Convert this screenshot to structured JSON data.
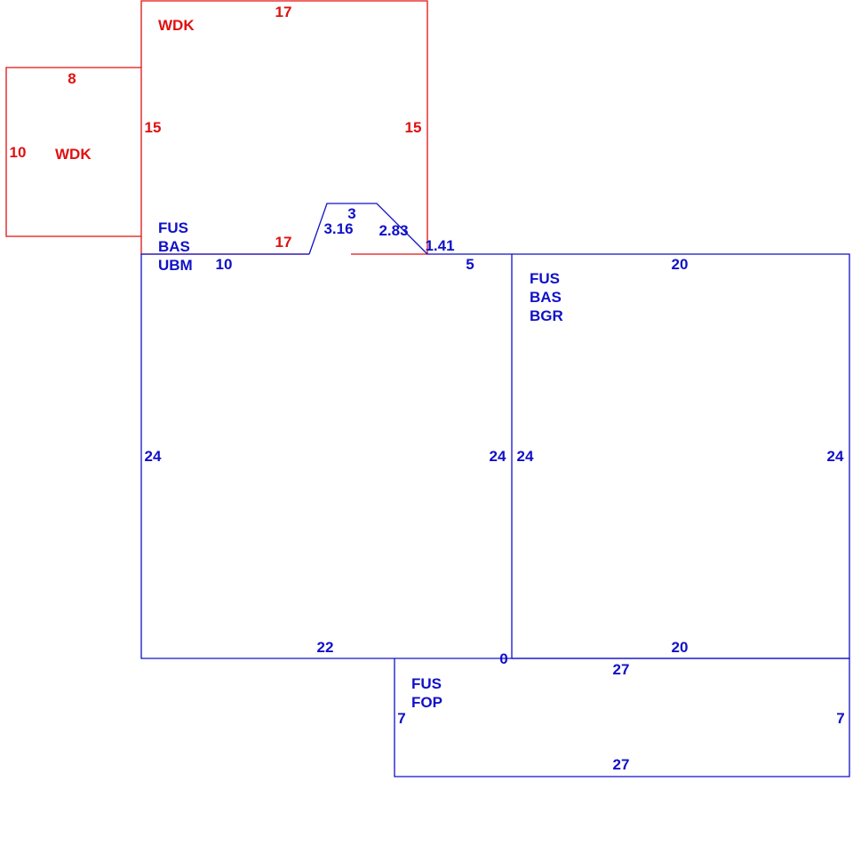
{
  "colors": {
    "deck": "#e01010",
    "building": "#1010c8",
    "background": "#ffffff"
  },
  "sections": {
    "wdk_main": {
      "code": "WDK",
      "dims": {
        "top": "17",
        "left": "15",
        "right": "15",
        "bottom": "17"
      }
    },
    "wdk_small": {
      "code": "WDK",
      "dims": {
        "top": "8",
        "left": "10"
      }
    },
    "bay": {
      "dims": {
        "top": "3",
        "left_slope": "3.16",
        "right_slope": "2.83",
        "corner": "1.41"
      }
    },
    "ubm": {
      "codes": [
        "FUS",
        "BAS",
        "UBM"
      ],
      "dims": {
        "top_left": "10",
        "top_right": "5",
        "left": "24",
        "right": "24",
        "bottom": "22",
        "corner": "0"
      }
    },
    "bgr": {
      "codes": [
        "FUS",
        "BAS",
        "BGR"
      ],
      "dims": {
        "top": "20",
        "left": "24",
        "right": "24",
        "bottom": "20"
      }
    },
    "fop": {
      "codes": [
        "FUS",
        "FOP"
      ],
      "dims": {
        "top": "27",
        "left": "7",
        "right": "7",
        "bottom": "27"
      }
    }
  }
}
